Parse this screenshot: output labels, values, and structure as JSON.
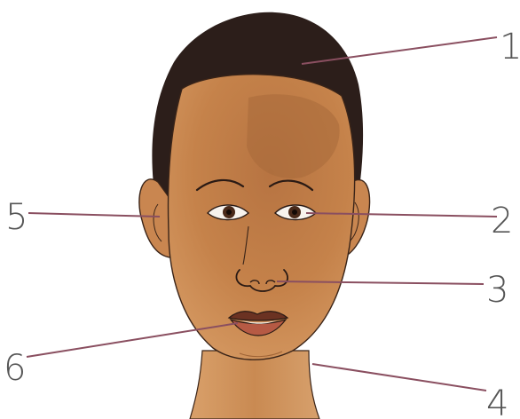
{
  "colors": {
    "hair": "#2c1e1a",
    "skin": "#c58046",
    "skin_shadow": "#b06e3a",
    "skin_light": "#d59a63",
    "outline": "#3a2418",
    "leader_line": "#8a4f60",
    "label_text": "#555555",
    "background": "#ffffff"
  },
  "labels": [
    {
      "id": "1",
      "text": "1",
      "points_to": "hair"
    },
    {
      "id": "2",
      "text": "2",
      "points_to": "eye"
    },
    {
      "id": "3",
      "text": "3",
      "points_to": "nose"
    },
    {
      "id": "4",
      "text": "4",
      "points_to": "neck"
    },
    {
      "id": "5",
      "text": "5",
      "points_to": "ear"
    },
    {
      "id": "6",
      "text": "6",
      "points_to": "mouth"
    }
  ]
}
